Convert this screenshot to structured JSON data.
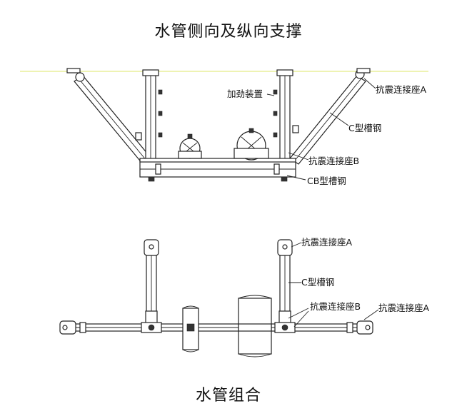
{
  "titles": {
    "top": "水管侧向及纵向支撑",
    "bottom": "水管组合"
  },
  "labels": {
    "stiffener": "加劲装置",
    "seat_a": "抗震连接座A",
    "c_channel": "C型槽钢",
    "seat_b": "抗震连接座B",
    "cb_channel": "CB型槽钢"
  },
  "colors": {
    "ceiling_line": "#e8ef9a",
    "stroke": "#222222"
  }
}
